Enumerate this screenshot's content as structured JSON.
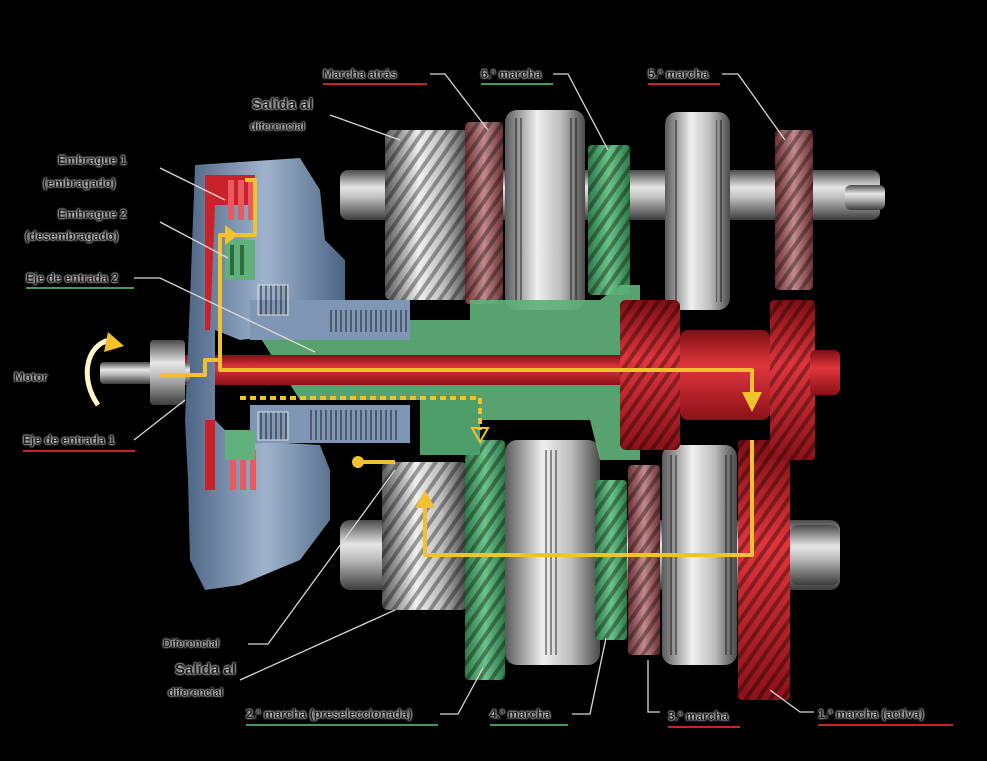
{
  "labels": {
    "reverse": "Marcha atrás",
    "sixth": "6.ª marcha",
    "fifth": "5.ª marcha",
    "output_top_1": "Salida al",
    "output_top_2": "diferencial",
    "clutch1_1": "Embrague 1",
    "clutch1_2": "(embragado)",
    "clutch2_1": "Embrague 2",
    "clutch2_2": "(desembragado)",
    "input_shaft_2": "Eje de entrada 2",
    "motor": "Motor",
    "input_shaft_1": "Eje de entrada 1",
    "differential": "Diferencial",
    "output_bottom_1": "Salida al",
    "output_bottom_2": "diferencial",
    "second": "2.ª marcha (preseleccionada)",
    "fourth": "4.ª marcha",
    "third": "3.ª marcha",
    "first": "1.ª marcha (activa)"
  },
  "colors": {
    "engaged_red": "#c8232b",
    "preselected_green": "#3f9a5e",
    "idle_rose": "#9a5458",
    "flow_arrow": "#f2c12e",
    "housing_blue": "#6f88a8"
  }
}
